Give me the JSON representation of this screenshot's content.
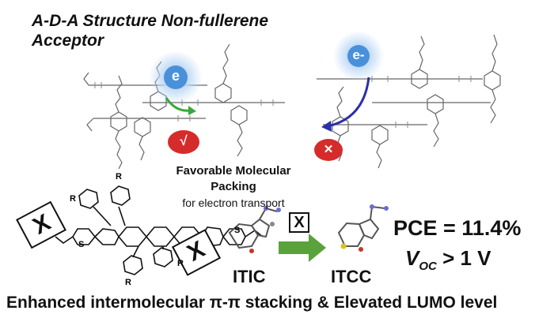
{
  "title_line1": "A-D-A Structure Non-fullerene",
  "title_line2": "Acceptor",
  "electron_symbol": "e",
  "electron_symbol_right": "e-",
  "favorable_line1": "Favorable Molecular",
  "favorable_line2": "Packing",
  "favorable_sub": "for electron transport",
  "check_mark": "√",
  "cross_mark": "✕",
  "blocked_mark": "X",
  "itic_label": "ITIC",
  "itcc_label": "ITCC",
  "pce_text": "PCE = 11.4%",
  "voc_v": "V",
  "voc_sub": "OC",
  "voc_rest": " > 1 V",
  "bottom_caption": "Enhanced intermolecular π-π stacking  & Elevated LUMO level",
  "substituent_R": "R",
  "atom_S": "S",
  "colors": {
    "electron_blue": "#4a90d9",
    "good_green": "#3aa83a",
    "bad_red": "#d62b2b",
    "arrow_navy": "#2b2fa8"
  },
  "icons": [
    "electron-icon",
    "check-icon",
    "cross-icon",
    "green-arrow-icon",
    "x-box-icon"
  ]
}
